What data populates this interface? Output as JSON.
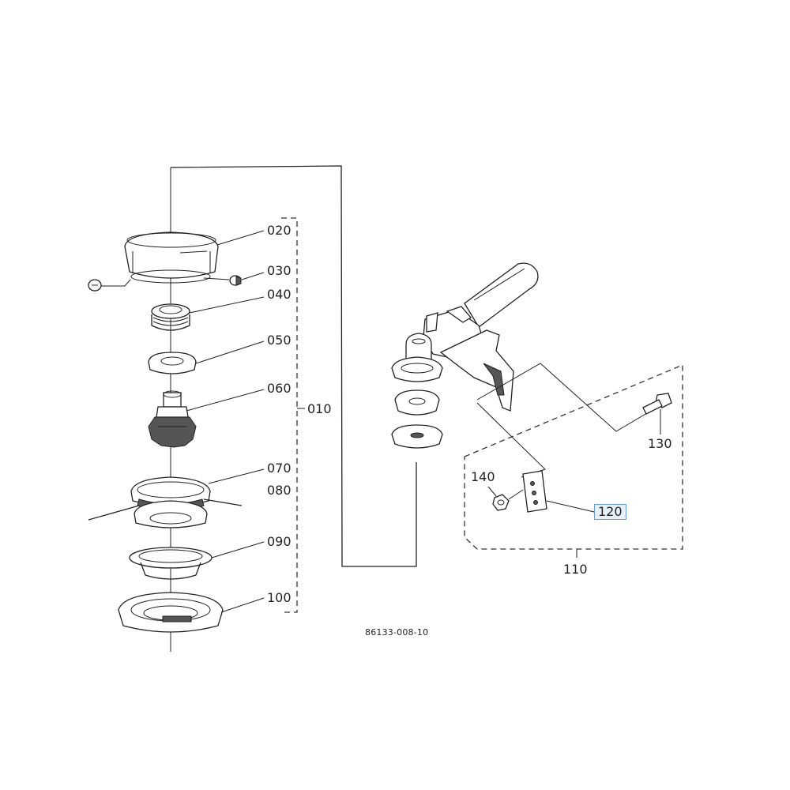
{
  "diagram": {
    "labels": {
      "p010": "010",
      "p020": "020",
      "p030": "030",
      "p040": "040",
      "p050": "050",
      "p060": "060",
      "p070": "070",
      "p080": "080",
      "p090": "090",
      "p100": "100",
      "p110": "110",
      "p120": "120",
      "p130": "130",
      "p140": "140"
    },
    "highlighted_label": "120",
    "drawing_code": "86133-008-10",
    "colors": {
      "line": "#222222",
      "highlight_fill": "#e8f0fb",
      "highlight_border": "#6b9bd6"
    }
  }
}
